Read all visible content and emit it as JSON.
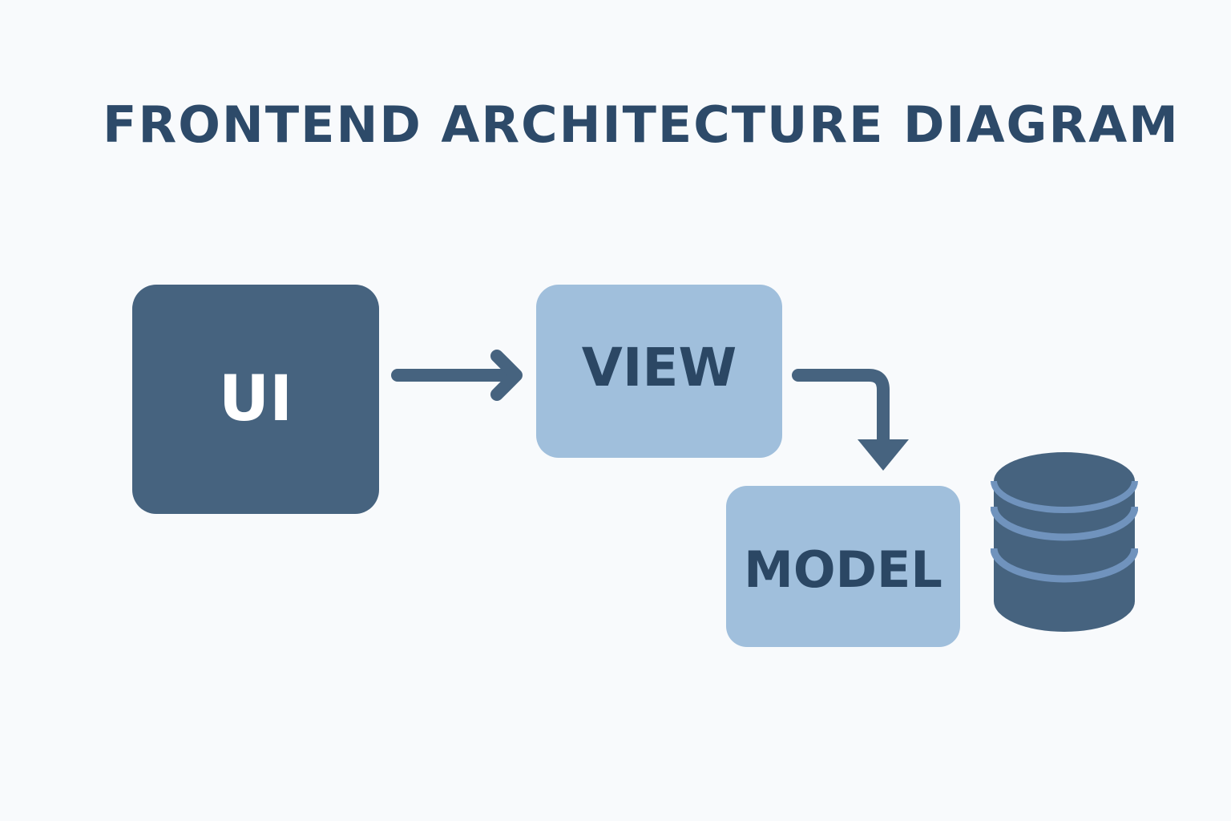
{
  "diagram": {
    "title": "FRONTEND ARCHITECTURE DIAGRAM",
    "nodes": {
      "ui": {
        "label": "UI"
      },
      "view": {
        "label": "VIEW"
      },
      "model": {
        "label": "MODEL"
      }
    },
    "edges": [
      {
        "from": "UI",
        "to": "VIEW"
      },
      {
        "from": "VIEW",
        "to": "MODEL"
      }
    ],
    "icons": [
      "right-arrow-icon",
      "elbow-arrow-icon",
      "database-icon"
    ]
  },
  "colors": {
    "background": "#f8fafc",
    "title": "#2d4a69",
    "dark_box": "#46637f",
    "light_box": "#a0bfdc",
    "light_box_text": "#2b4764",
    "dark_box_text": "#ffffff",
    "arrow": "#46637f",
    "database": "#46637f",
    "database_bands": "#7093bd"
  }
}
